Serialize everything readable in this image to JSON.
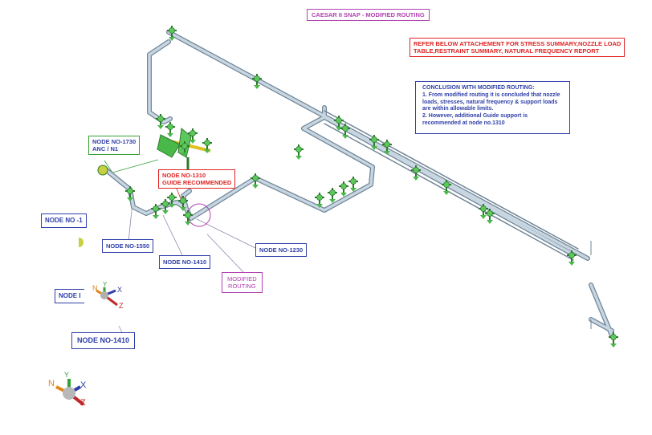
{
  "title": "CAESAR II SNAP - MODIFIED ROUTING",
  "refer_note": {
    "line1": "REFER BELOW ATTACHEMENT FOR STRESS SUMMARY,NOZZLE LOAD",
    "line2": "TABLE,RESTRAINT SUMMARY, NATURAL FREQUENCY REPORT"
  },
  "conclusion": {
    "heading": "CONCLUSION WITH MODIFIED ROUTING:",
    "lines": [
      "1. From modified routing it is concluded that nozzle",
      "loads, stresses, natural frequency & support loads",
      "are within allowable limits.",
      "2. However, additional Guide support is",
      "recommended at node no.1310"
    ]
  },
  "nodes": {
    "n1730_line1": "NODE NO-1730",
    "n1730_line2": "ANC / N1",
    "n1310_line1": "NODE NO-1310",
    "n1310_line2": "GUIDE RECOMMENDED",
    "n1550": "NODE NO-1550",
    "n1410": "NODE NO-1410",
    "n1230": "NODE NO-1230",
    "left_partial": "NODE NO -1",
    "left_partial2": "NODE I",
    "bottom_1410": "NODE NO-1410"
  },
  "modified_routing": {
    "line1": "MODIFIED",
    "line2": "ROUTING"
  },
  "axes": {
    "x": "X",
    "y": "Y",
    "z": "Z",
    "n": "N"
  },
  "colors": {
    "pipe": "#a9bccd",
    "pipe_edge": "#6f8596",
    "support": "#3aa63a",
    "blue_label": "#2f3fa8",
    "red_label": "#e02424",
    "purple_label": "#b040b0"
  }
}
